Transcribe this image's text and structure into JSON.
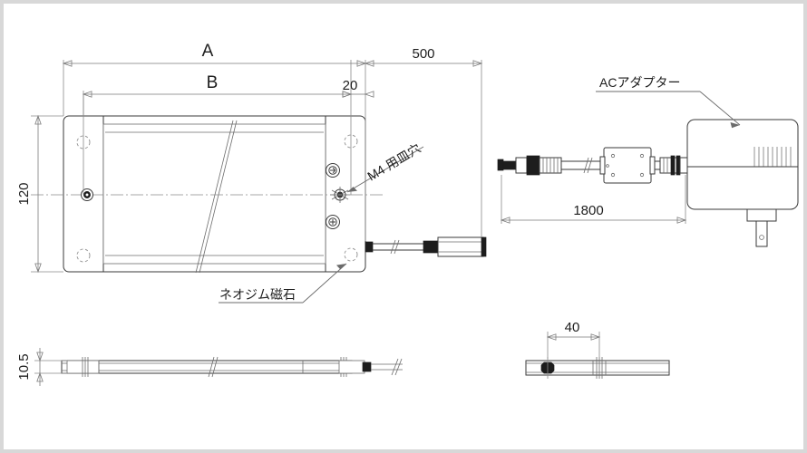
{
  "drawing": {
    "title": "LED light panel assembly technical drawing",
    "background": "#ffffff",
    "frame_color": "#d8d8d8",
    "line_color": "#3a3a3a"
  },
  "dimensions": {
    "overall_width_label": "A",
    "inner_width_label": "B",
    "cable_to_connector": "500",
    "edge_offset": "20",
    "panel_height": "120",
    "panel_thickness": "10.5",
    "adapter_cable_length": "1800",
    "screw_offset": "40"
  },
  "annotations": {
    "countersunk_hole": "M4 用皿穴",
    "magnet": "ネオジム磁石",
    "ac_adapter": "ACアダプター"
  },
  "views": {
    "front": "front-view",
    "side": "side-view",
    "end": "end-view",
    "adapter": "ac-adapter-view"
  }
}
